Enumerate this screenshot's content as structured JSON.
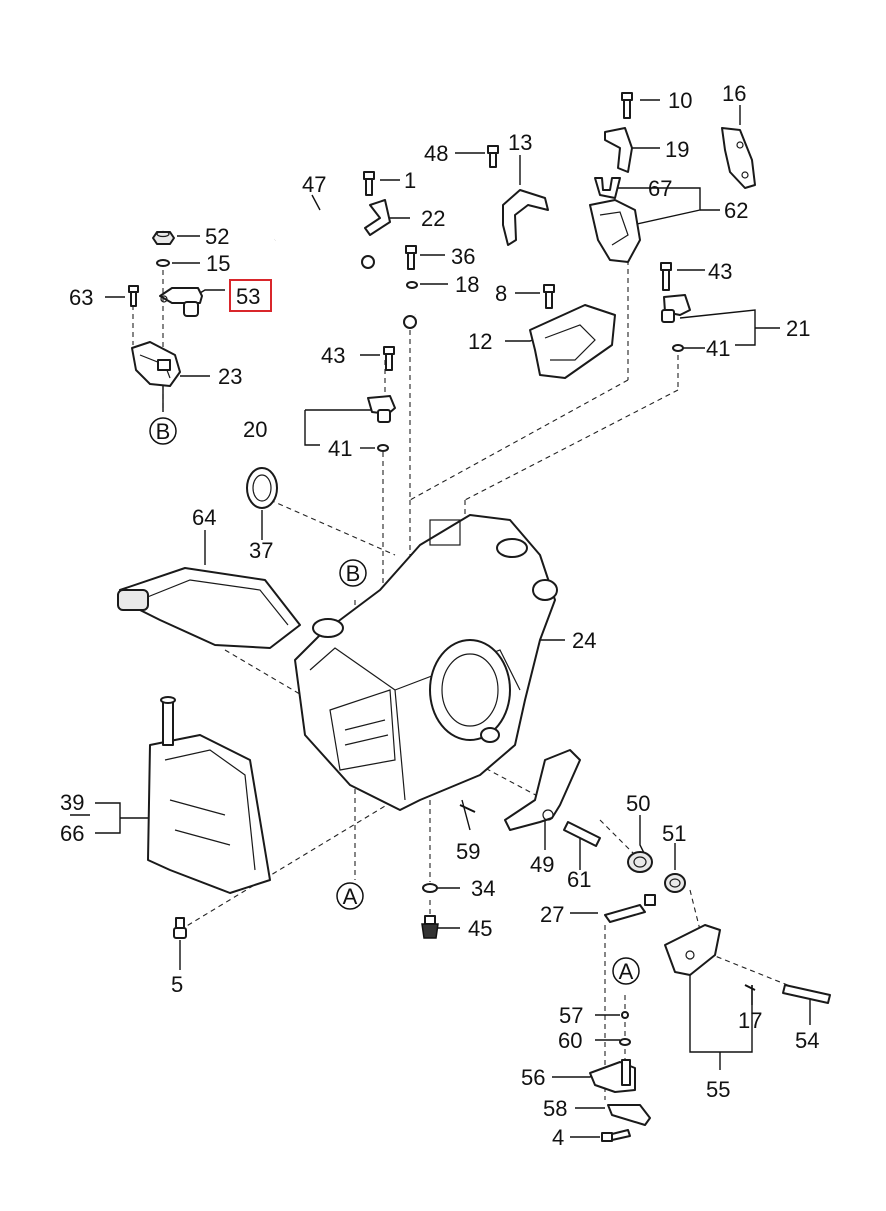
{
  "highlight": {
    "label": "53",
    "color": "#d9262b"
  },
  "labels": {
    "l1": "1",
    "l4": "4",
    "l5": "5",
    "l8": "8",
    "l10": "10",
    "l12": "12",
    "l13": "13",
    "l15": "15",
    "l16": "16",
    "l17": "17",
    "l18": "18",
    "l19": "19",
    "l20": "20",
    "l21": "21",
    "l22": "22",
    "l23": "23",
    "l24": "24",
    "l27": "27",
    "l34": "34",
    "l36": "36",
    "l37": "37",
    "l39": "39",
    "l41a": "41",
    "l41b": "41",
    "l43a": "43",
    "l43b": "43",
    "l45": "45",
    "l47": "47",
    "l48": "48",
    "l49": "49",
    "l50": "50",
    "l51": "51",
    "l52": "52",
    "l53": "53",
    "l54": "54",
    "l55": "55",
    "l56": "56",
    "l57": "57",
    "l58": "58",
    "l59": "59",
    "l60": "60",
    "l61": "61",
    "l62": "62",
    "l63": "63",
    "l64": "64",
    "l66": "66",
    "l67": "67"
  },
  "refs": {
    "a1": "A",
    "a2": "A",
    "b1": "B",
    "b2": "B"
  }
}
